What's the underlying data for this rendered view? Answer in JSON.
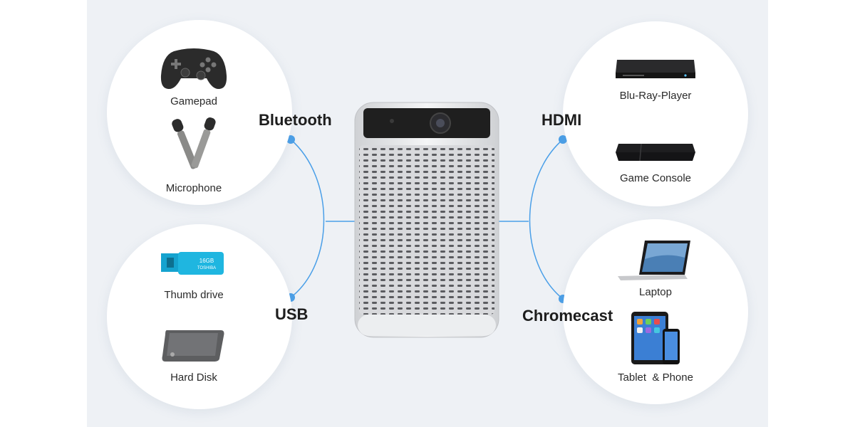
{
  "connections": {
    "bluetooth": {
      "label": "Bluetooth",
      "items": [
        {
          "label": "Gamepad",
          "icon": "gamepad-icon"
        },
        {
          "label": "Microphone",
          "icon": "microphone-icon"
        }
      ]
    },
    "usb": {
      "label": "USB",
      "items": [
        {
          "label": "Thumb drive",
          "icon": "thumb-drive-icon",
          "marking": "16GB",
          "brand": "TOSHIBA"
        },
        {
          "label": "Hard Disk",
          "icon": "hard-disk-icon"
        }
      ]
    },
    "hdmi": {
      "label": "HDMI",
      "items": [
        {
          "label": "Blu-Ray-Player",
          "icon": "blu-ray-player-icon"
        },
        {
          "label": "Game Console",
          "icon": "game-console-icon"
        }
      ]
    },
    "chromecast": {
      "label": "Chromecast",
      "items": [
        {
          "label": "Laptop",
          "icon": "laptop-icon"
        },
        {
          "label": "Tablet  & Phone",
          "icon": "tablet-phone-icon"
        }
      ]
    }
  },
  "center": {
    "icon": "projector-icon"
  },
  "colors": {
    "accent": "#4a9fe8",
    "panel": "#eef1f5",
    "circle": "#ffffff",
    "projector_body": "#e6e7e9",
    "projector_lens": "#1f1f1f"
  }
}
